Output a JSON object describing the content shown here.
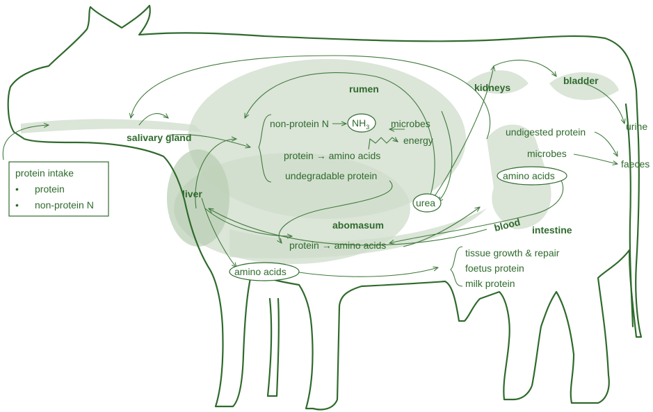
{
  "intake_box": {
    "title": "protein intake",
    "items": [
      "protein",
      "non-protein N"
    ],
    "bullet": "•"
  },
  "labels": {
    "salivary_gland": "salivary gland",
    "liver": "liver",
    "rumen": "rumen",
    "kidneys": "kidneys",
    "bladder": "bladder",
    "abomasum": "abomasum",
    "blood": "blood",
    "intestine": "intestine",
    "urine": "urine",
    "faeces": "faeces"
  },
  "rumen_contents": {
    "non_protein_n": "non-protein N",
    "nh3_base": "NH",
    "nh3_sub": "3",
    "microbes": "microbes",
    "energy": "energy",
    "protein_to_amino": "protein → amino acids",
    "undegradable": "undegradable protein"
  },
  "abomasum_line": "protein → amino acids",
  "urea": "urea",
  "amino_acids_liver": "amino acids",
  "amino_acids_intestine": "amino acids",
  "hindgut": {
    "undigested_protein": "undigested protein",
    "microbes": "microbes"
  },
  "outputs": [
    "tissue growth & repair",
    "foetus protein",
    "milk protein"
  ],
  "colors": {
    "ink": "#2f6a2c",
    "fill": "#cfdccb",
    "fill_dark": "#b9cdb4"
  }
}
